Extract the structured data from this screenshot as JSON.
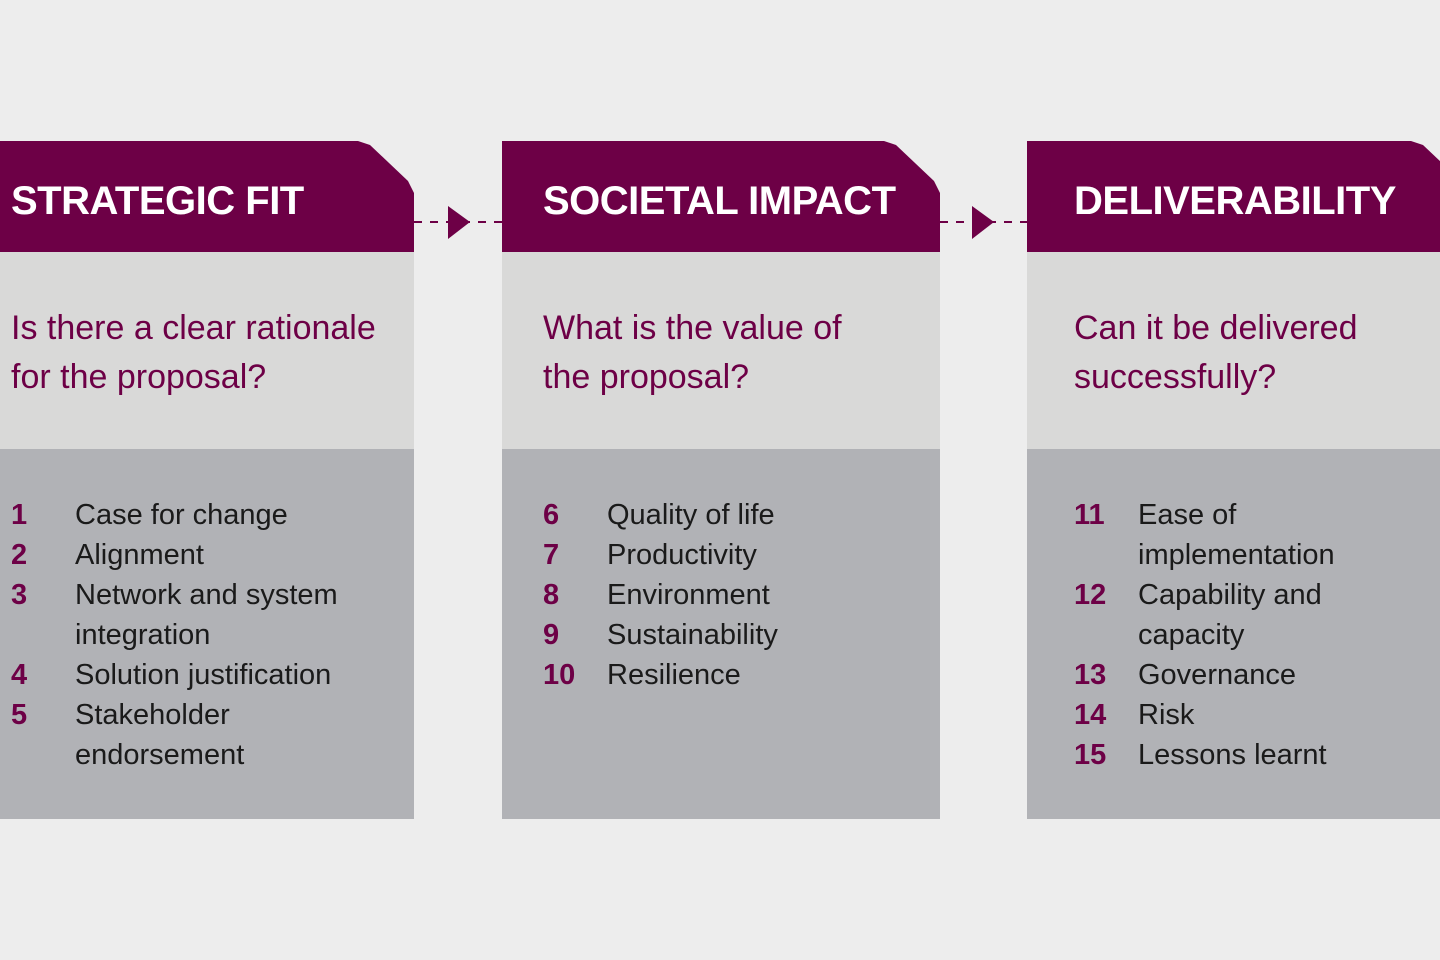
{
  "columns": [
    {
      "title": "STRATEGIC FIT",
      "question": "Is there a clear rationale for the proposal?",
      "items": [
        {
          "n": "1",
          "t": "Case for change"
        },
        {
          "n": "2",
          "t": "Alignment"
        },
        {
          "n": "3",
          "t": "Network and system integration"
        },
        {
          "n": "4",
          "t": "Solution justification"
        },
        {
          "n": "5",
          "t": "Stakeholder endorsement"
        }
      ]
    },
    {
      "title": "SOCIETAL IMPACT",
      "question": "What is the value of the proposal?",
      "items": [
        {
          "n": "6",
          "t": "Quality of life"
        },
        {
          "n": "7",
          "t": "Productivity"
        },
        {
          "n": "8",
          "t": "Environment"
        },
        {
          "n": "9",
          "t": "Sustainability"
        },
        {
          "n": "10",
          "t": "Resilience"
        }
      ]
    },
    {
      "title": "DELIVERABILITY",
      "question": "Can it be delivered successfully?",
      "items": [
        {
          "n": "11",
          "t": "Ease of implementation"
        },
        {
          "n": "12",
          "t": "Capability and capacity"
        },
        {
          "n": "13",
          "t": "Governance"
        },
        {
          "n": "14",
          "t": "Risk"
        },
        {
          "n": "15",
          "t": "Lessons learnt"
        }
      ]
    }
  ],
  "colors": {
    "accent": "#6d0046",
    "question_bg": "#d9d9d8",
    "list_bg": "#b1b2b6",
    "page_bg": "#ededed"
  }
}
